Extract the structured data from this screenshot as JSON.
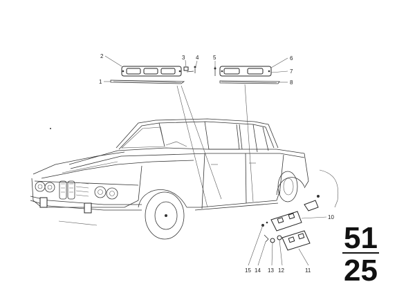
{
  "callouts": [
    {
      "id": "c2",
      "label": "2"
    },
    {
      "id": "c3",
      "label": "3"
    },
    {
      "id": "c4",
      "label": "4"
    },
    {
      "id": "c1",
      "label": "1"
    },
    {
      "id": "c5",
      "label": "5"
    },
    {
      "id": "c6",
      "label": "6"
    },
    {
      "id": "c7",
      "label": "7"
    },
    {
      "id": "c8",
      "label": "8"
    },
    {
      "id": "c10",
      "label": "10"
    },
    {
      "id": "c15",
      "label": "15"
    },
    {
      "id": "c14",
      "label": "14"
    },
    {
      "id": "c13",
      "label": "13"
    },
    {
      "id": "c12",
      "label": "12"
    },
    {
      "id": "c11",
      "label": "11"
    }
  ],
  "reference": {
    "top": "51",
    "bottom": "25"
  }
}
